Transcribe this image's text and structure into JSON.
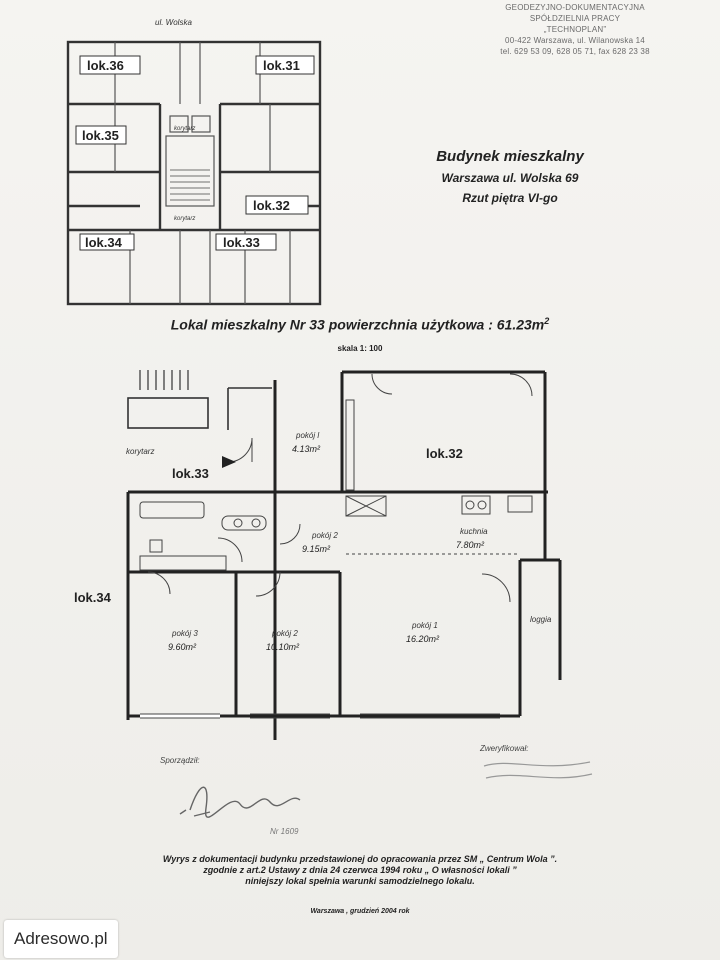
{
  "stamp": {
    "line1": "GEODEZYJNO-DOKUMENTACYJNA",
    "line2": "SPÓŁDZIELNIA PRACY",
    "line3": "„TECHNOPLAN”",
    "line4": "00-422 Warszawa, ul. Wilanowska 14",
    "line5": "tel. 629 53 09, 628 05 71, fax 628 23 38"
  },
  "key_plan": {
    "street": "ul. Wolska",
    "units": [
      "lok.36",
      "lok.31",
      "lok.35",
      "lok.32",
      "lok.34",
      "lok.33"
    ],
    "corridor": "korytarz"
  },
  "title": {
    "line1": "Budynek mieszkalny",
    "line2": "Warszawa ul. Wolska 69",
    "line3": "Rzut piętra VI-go"
  },
  "unit_heading": {
    "text": "Lokal mieszkalny Nr 33 powierzchnia użytkowa : 61.23m",
    "sup": "2"
  },
  "scale": "skala 1: 100",
  "plan": {
    "corridor": "korytarz",
    "this_unit": "lok.33",
    "neighbor_right": "lok.32",
    "neighbor_left": "lok.34",
    "loggia": "loggia",
    "rooms": [
      {
        "name": "pokój l",
        "area": "4.13m²"
      },
      {
        "name": "pokój 2",
        "area": "9.15m²"
      },
      {
        "name": "kuchnia",
        "area": "7.80m²"
      },
      {
        "name": "pokój 3",
        "area": "9.60m²"
      },
      {
        "name": "pokój 2",
        "area": "10.10m²"
      },
      {
        "name": "pokój 1",
        "area": "16.20m²"
      }
    ]
  },
  "signatures": {
    "prepared": "Sporządził:",
    "checked": "Zweryfikował:",
    "license": "Nr 1609"
  },
  "caption": {
    "line1": "Wyrys z dokumentacji budynku przedstawionej do opracowania przez SM „ Centrum Wola ”.",
    "line2": "zgodnie z art.2 Ustawy z dnia 24 czerwca 1994 roku „ O własności lokali ”",
    "line3": "niniejszy lokal spełnia warunki samodzielnego lokalu."
  },
  "date": "Warszawa , grudzień 2004 rok",
  "watermark": "Adresowo.pl"
}
